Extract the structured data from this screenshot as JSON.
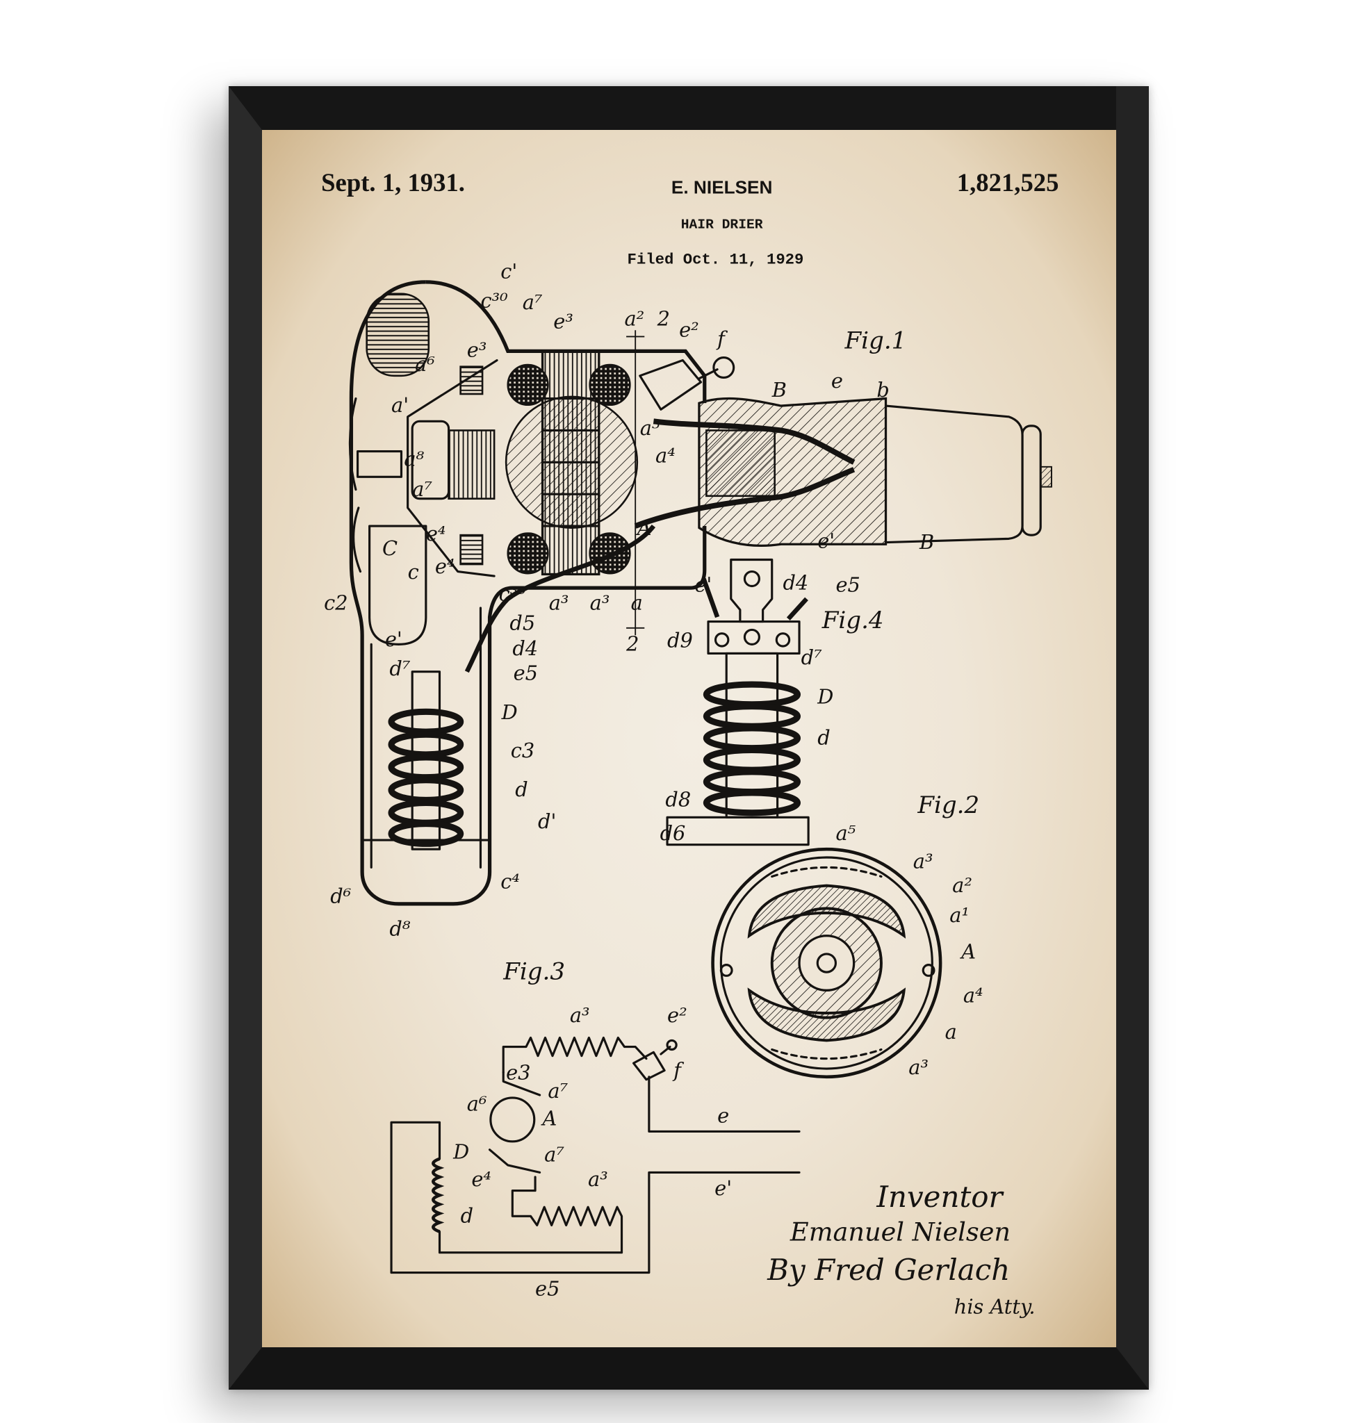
{
  "header": {
    "date": "Sept. 1, 1931.",
    "inventor_name": "E. NIELSEN",
    "title": "HAIR DRIER",
    "filed": "Filed Oct. 11, 1929",
    "patent_number": "1,821,525"
  },
  "figures": {
    "fig1": "Fig.1",
    "fig2": "Fig.2",
    "fig3": "Fig.3",
    "fig4": "Fig.4"
  },
  "labels": {
    "fig1": [
      "c'",
      "c³⁰",
      "a⁷",
      "e³",
      "a²",
      "e²",
      "f",
      "e³",
      "a⁶",
      "B",
      "e",
      "b",
      "a'",
      "a⁵",
      "a⁸",
      "a⁴",
      "a⁷",
      "A",
      "e⁴",
      "e'",
      "B",
      "C",
      "c2",
      "e⁴",
      "c",
      "c³⁰",
      "a³",
      "a³",
      "a",
      "d5",
      "2",
      "e'",
      "d4",
      "d⁷",
      "e5",
      "D",
      "c3",
      "d",
      "d'",
      "c⁴",
      "d⁶",
      "d⁸",
      "2"
    ],
    "fig4": [
      "e'",
      "d4",
      "e5",
      "d9",
      "d⁷",
      "D",
      "d",
      "d8",
      "d6"
    ],
    "fig2": [
      "a⁵",
      "a³",
      "a²",
      "a¹",
      "A",
      "a⁴",
      "a",
      "a³"
    ],
    "fig3": [
      "a³",
      "e²",
      "f",
      "e3",
      "a⁷",
      "a⁶",
      "A",
      "e",
      "D",
      "a⁷",
      "e⁴",
      "a³",
      "e'",
      "d",
      "e5"
    ]
  },
  "signature": {
    "inventor_label": "Inventor",
    "inventor": "Emanuel Nielsen",
    "attorney": "By Fred Gerlach",
    "attorney_suffix": "his Atty."
  },
  "colors": {
    "frame": "#1d1d1d",
    "paper": "#efe6d7",
    "ink": "#151311"
  }
}
